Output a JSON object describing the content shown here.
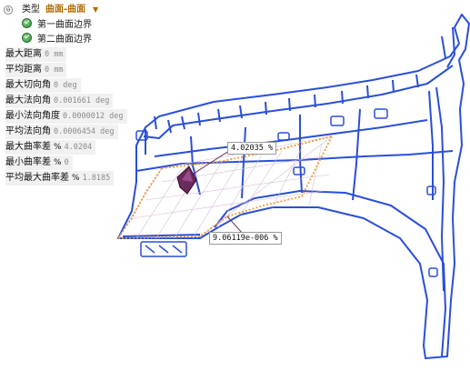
{
  "tree": {
    "collapse_symbol": "⊖",
    "type_label": "类型",
    "type_value": "曲面-曲面",
    "children": [
      "第一曲面边界",
      "第二曲面边界"
    ]
  },
  "stats": [
    {
      "label": "最大距离",
      "value": "0 mm"
    },
    {
      "label": "平均距离",
      "value": "0 mm"
    },
    {
      "label": "最大切向角",
      "value": "0 deg"
    },
    {
      "label": "最大法向角",
      "value": "0.001661 deg"
    },
    {
      "label": "最小法向角度",
      "value": "0.0000012 deg"
    },
    {
      "label": "平均法向角",
      "value": "0.0006454 deg"
    },
    {
      "label": "最大曲率差",
      "pct": "%",
      "value": "4.0204"
    },
    {
      "label": "最小曲率差",
      "pct": "%",
      "value": "0"
    },
    {
      "label": "平均最大曲率差",
      "pct": "%",
      "value": "1.8185"
    }
  ],
  "measurements": {
    "max_curvature_label": "4.02035 %",
    "min_curvature_label": "9.06119e-006 %"
  },
  "colors": {
    "model_lines": "#2a4fd8",
    "boundary_dots": "#e89a3a",
    "porcupine": "#c8a0c8",
    "marker": "#6a2a5a"
  }
}
